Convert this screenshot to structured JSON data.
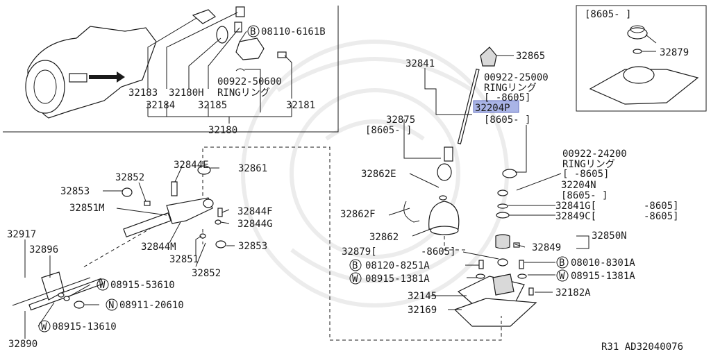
{
  "labels": {
    "p32183": "32183",
    "p32180H": "32180H",
    "p32184": "32184",
    "p32185": "32185",
    "p32181": "32181",
    "p32180": "32180",
    "b08110": "08110-6161B",
    "ring50600_code": "00922-50600",
    "ring50600_text": "RINGリング",
    "inset_range": "[8605-     ]",
    "p32879_top": "32879",
    "p32841": "32841",
    "p32865": "32865",
    "ring25000_code": "00922-25000",
    "ring25000_text": "RINGリング",
    "ring25000_range": "[     -8605]",
    "p32204P": "32204P",
    "p32204P_range": "[8605-     ]",
    "p32875": "32875",
    "p32875_range": "[8605-     ]",
    "p32844E": "32844E",
    "p32861": "32861",
    "p32852a": "32852",
    "p32853a": "32853",
    "p32851M": "32851M",
    "p32844F": "32844F",
    "p32844G": "32844G",
    "p32917": "32917",
    "p32896": "32896",
    "p32844M": "32844M",
    "p32853b": "32853",
    "p32851": "32851",
    "p32852b": "32852",
    "w53610": "08915-53610",
    "n20610": "08911-20610",
    "w13610": "08915-13610",
    "p32890": "32890",
    "p32862E": "32862E",
    "p32862F": "32862F",
    "p32862": "32862",
    "p32879": "32879[",
    "p32879_range": "-8605]",
    "b08120": "08120-8251A",
    "w1381a": "08915-1381A",
    "p32145": "32145",
    "p32169": "32169",
    "ring24200_code": "00922-24200",
    "ring24200_text": "RINGリング",
    "ring24200_range": "[     -8605]",
    "p32204N": "32204N",
    "p32204N_range": "[8605-     ]",
    "p32841G": "32841G[",
    "p32841G_range": "-8605]",
    "p32849C": "32849C[",
    "p32849C_range": "-8605]",
    "p32850N": "32850N",
    "p32849": "32849",
    "b08010": "08010-8301A",
    "w1381b": "08915-1381A",
    "p32182A": "32182A",
    "footer": "R31  AD32040076"
  },
  "markers": {
    "b": "B",
    "w": "W",
    "n": "N"
  },
  "colors": {
    "highlight": "#a9b4e6",
    "highlight_border": "#6673c2",
    "ink": "#1a1a1a",
    "watermark": "#ececec"
  }
}
